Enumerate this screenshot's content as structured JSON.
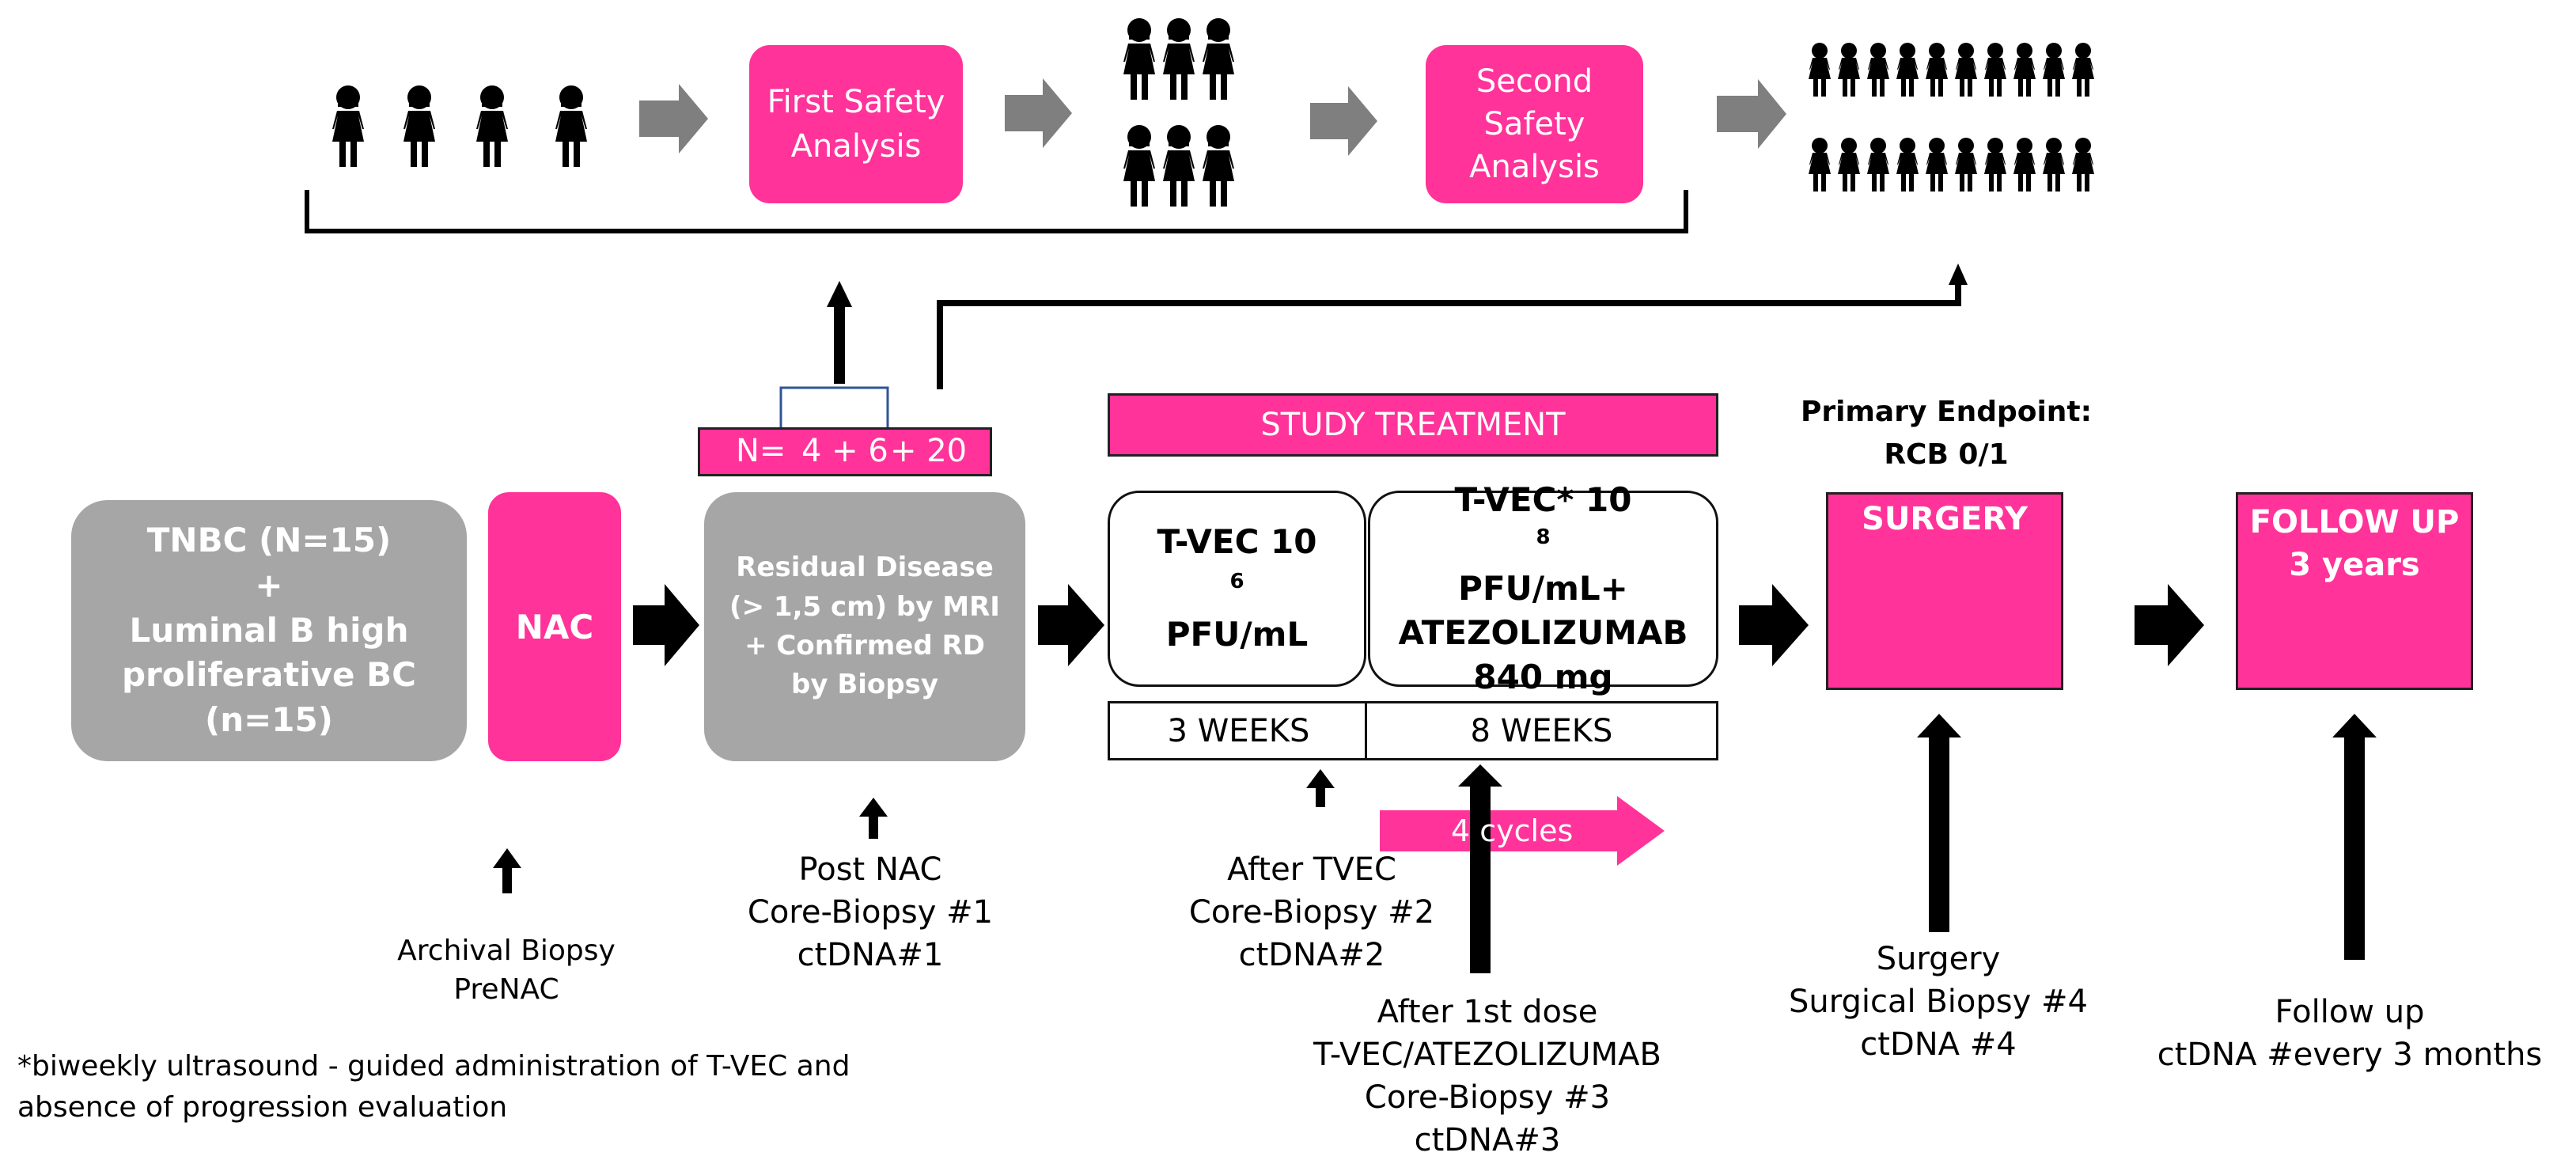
{
  "top": {
    "first_safety": [
      "First Safety",
      "Analysis"
    ],
    "second_safety": [
      "Second",
      "Safety",
      "Analysis"
    ]
  },
  "enrollment": {
    "n": "N=",
    "cohorts": "4 + 6",
    "plus": "+ 20"
  },
  "boxes": {
    "tnbc": [
      "TNBC (N=15)",
      "+",
      "Luminal B high",
      "proliferative BC",
      "(n=15)"
    ],
    "nac": "NAC",
    "residual": [
      "Residual Disease",
      "(> 1,5 cm) by MRI",
      "+ Confirmed RD",
      "by Biopsy"
    ],
    "study_treatment": "STUDY TREATMENT",
    "tvec_low": {
      "line1": "T-VEC 10",
      "sup": "6",
      "line2": "PFU/mL"
    },
    "tvec_high": {
      "line1": "T-VEC* 10",
      "sup": "8",
      "line2": "PFU/mL+",
      "line3": "ATEZOLIZUMAB",
      "line4": "840 mg"
    },
    "weeks_a": "3 WEEKS",
    "weeks_b": "8 WEEKS",
    "cycles": "4 cycles",
    "primary_endpoint": [
      "Primary Endpoint:",
      "RCB 0/1"
    ],
    "surgery": "SURGERY",
    "followup": [
      "FOLLOW UP",
      "3 years"
    ]
  },
  "timepoints": {
    "archival": [
      "Archival Biopsy",
      "PreNAC"
    ],
    "post_nac": [
      "Post NAC",
      "Core-Biopsy #1",
      "ctDNA#1"
    ],
    "after_tvec": [
      "After TVEC",
      "Core-Biopsy #2",
      "ctDNA#2"
    ],
    "after_first_dose": [
      "After 1st dose",
      "T-VEC/ATEZOLIZUMAB",
      "Core-Biopsy #3",
      "ctDNA#3"
    ],
    "surgery": [
      "Surgery",
      "Surgical Biopsy #4",
      "ctDNA #4"
    ],
    "followup": [
      "Follow up",
      "ctDNA #every 3 months"
    ]
  },
  "footnote": [
    "*biweekly ultrasound - guided administration of T-VEC and",
    "absence of progression evaluation"
  ],
  "colors": {
    "pink": "#ff3399",
    "gray": "#a6a6a6",
    "arrow_gray": "#7f7f7f",
    "black": "#000000"
  },
  "icons": {
    "person": "woman-figure-icon"
  }
}
